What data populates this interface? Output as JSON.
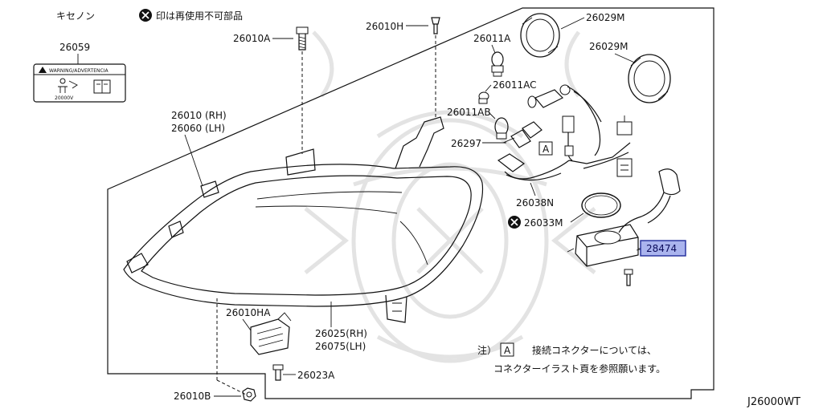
{
  "header": {
    "xenon_label": "キセノン",
    "non_reusable_note": "印は再使用不可部品"
  },
  "warning_label": {
    "part_no": "26059",
    "text": "WARNING/ADVERTENCIA",
    "voltage": "20000V"
  },
  "parts": {
    "p26010A": "26010A",
    "p26010H": "26010H",
    "p26011A": "26011A",
    "p26029M_top": "26029M",
    "p26029M_mid": "26029M",
    "p26011AC": "26011AC",
    "p26011AB": "26011AB",
    "p26297": "26297",
    "connector_marker": "A",
    "p26038N": "26038N",
    "p26033M": "26033M",
    "p28474": "28474",
    "p26010_rh": "26010 (RH)",
    "p26060_lh": "26060 (LH)",
    "p26010HA": "26010HA",
    "p26025_rh": "26025(RH)",
    "p26075_lh": "26075(LH)",
    "p26023A": "26023A",
    "p26010B": "26010B"
  },
  "note": {
    "prefix": "注）",
    "marker": "A",
    "line1": "接続コネクターについては、",
    "line2": "コネクターイラスト頁を参照願います。"
  },
  "diagram_code": "J26000WT",
  "colors": {
    "highlight_fill": "#aab4ee",
    "highlight_border": "#1e2a9a"
  }
}
